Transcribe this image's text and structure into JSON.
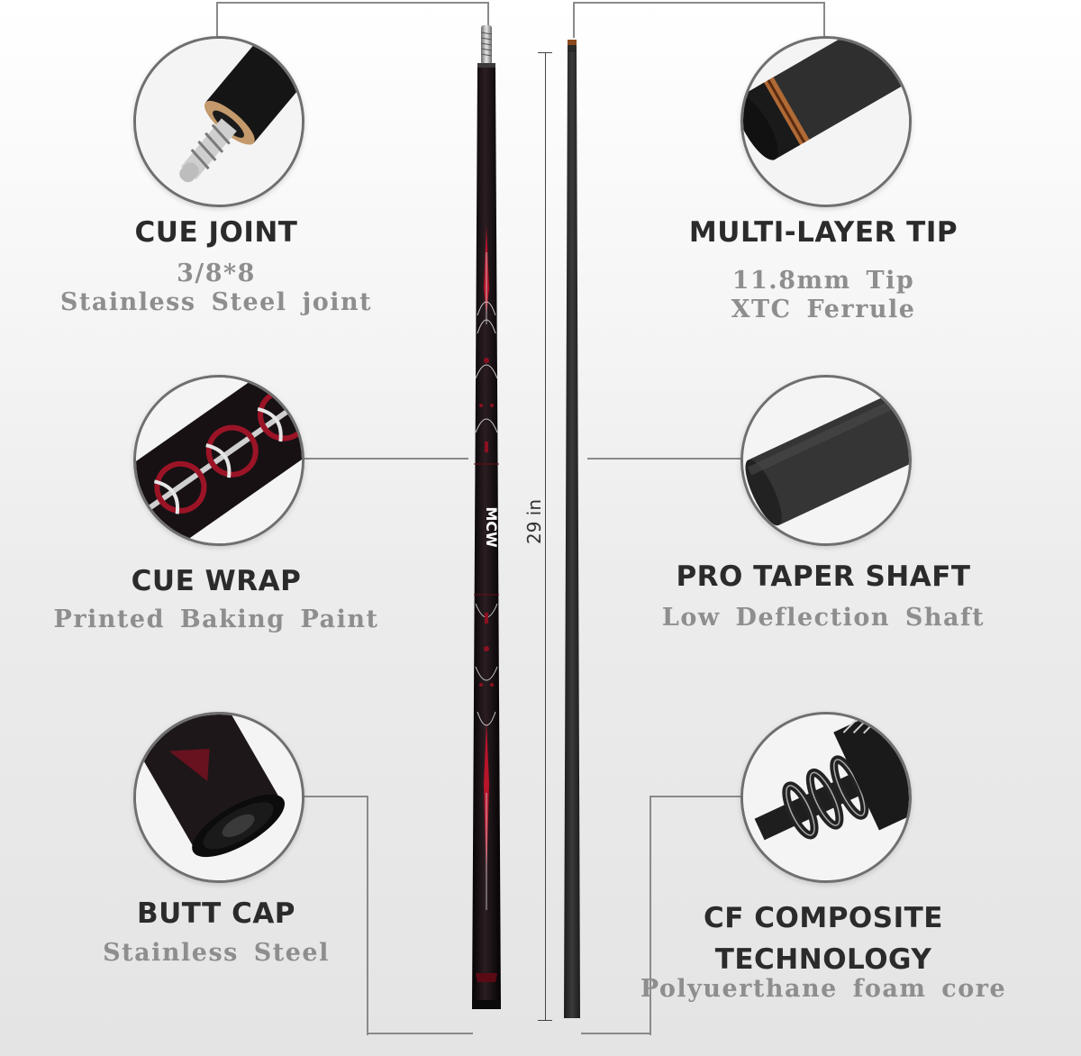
{
  "features": [
    {
      "title": "CUE  JOINT",
      "subtitle": [
        "3/8*8",
        "Stainless  Steel  joint"
      ],
      "icon": "joint-pin-icon"
    },
    {
      "title": "CUE WRAP",
      "subtitle": [
        "Printed  Baking  Paint"
      ],
      "icon": "wrap-pattern-icon"
    },
    {
      "title": "BUTT CAP",
      "subtitle": [
        "Stainless  Steel"
      ],
      "icon": "butt-cap-icon"
    },
    {
      "title": "MULTI-LAYER TIP",
      "subtitle": [
        "11.8mm  Tip",
        "XTC  Ferrule"
      ],
      "icon": "tip-ferrule-icon"
    },
    {
      "title": "PRO TAPER SHAFT",
      "subtitle": [
        "Low  Deflection  Shaft"
      ],
      "icon": "shaft-icon"
    },
    {
      "title": "CF COMPOSITE\nTECHNOLOGY",
      "title_lines": [
        "CF COMPOSITE",
        "TECHNOLOGY"
      ],
      "subtitle": [
        "Polyuerthane  foam  core"
      ],
      "icon": "carbon-layers-icon"
    }
  ],
  "dimension": {
    "label": "29 in"
  },
  "colors": {
    "cue_body": "#1a1214",
    "accent_red": "#b8142a",
    "shaft": "#2c2c2c",
    "title": "#2b2b2b",
    "subtitle": "#8e8e8e"
  }
}
